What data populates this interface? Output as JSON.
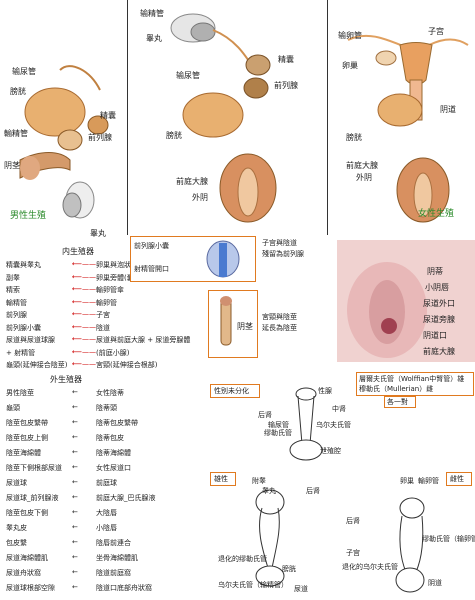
{
  "male_panel": {
    "labels": {
      "vas_deferens": "输尿管",
      "bladder": "膀胱",
      "seminal_vesicle": "精囊",
      "ejaculatory": "輸精管",
      "prostate": "前列腺",
      "penis": "阴茎",
      "testis": "睾丸"
    },
    "caption": "男性生殖"
  },
  "center_panel": {
    "labels": {
      "vas": "输精管",
      "testis": "睾丸",
      "seminal": "精囊",
      "ureter": "输尿管",
      "prostate": "前列腺",
      "bladder": "膀胱",
      "bartholin": "前庭大腺",
      "vulva": "外阴"
    }
  },
  "female_panel": {
    "labels": {
      "oviduct": "输卵管",
      "uterus": "子宫",
      "ovary": "卵巢",
      "vagina": "阴道",
      "bladder": "膀胱",
      "bartholin": "前庭大腺",
      "vulva": "外阴"
    },
    "caption": "女性生殖"
  },
  "internal_table": {
    "title": "内生殖器",
    "rows": [
      {
        "left": "精囊與睾丸",
        "right": "卵巢與泡狀卵泡"
      },
      {
        "left": "副睾",
        "right": "卵巢旁體(囊狀副件)"
      },
      {
        "left": "精索",
        "right": "輸卵管傘"
      },
      {
        "left": "輸精管",
        "right": "輸卵管"
      },
      {
        "left": "前列腺",
        "right": "子宮"
      },
      {
        "left": "前列腺小囊",
        "right": "陰道"
      },
      {
        "left": "尿道與尿道球腺",
        "right": "尿道與前庭大腺 + 尿道旁腺體"
      },
      {
        "left": "+ 射精管",
        "right": "(前庭小腺)"
      },
      {
        "left": "龜頭(延伸接合陰莖)",
        "right": "宮頸(延伸接合根部)"
      }
    ]
  },
  "prostate_box": {
    "labels": {
      "utricle": "前列腺小囊",
      "ejac_duct": "射精管開口"
    },
    "side_text": [
      "子宫與陰道",
      "殘留為前列腺"
    ]
  },
  "penis_box": {
    "label": "阴茎",
    "side_text": [
      "宮頸與陰莖",
      "延長為陰莖"
    ]
  },
  "photo_labels": {
    "frenulum": "阴蒂",
    "labia_minora": "小阴唇",
    "urethral_orifice": "尿道外口",
    "paraurethral": "尿道旁腺",
    "vaginal_orifice": "阴道口",
    "bartholin": "前庭大腺"
  },
  "external_table": {
    "title": "外生殖器",
    "rows": [
      {
        "left": "男性陰莖",
        "right": "女性陰蒂"
      },
      {
        "left": "龜頭",
        "right": "陰蒂頭"
      },
      {
        "left": "陰莖包皮繫帶",
        "right": "陰蒂包皮繫帶"
      },
      {
        "left": "陰莖包皮上側",
        "right": "陰蒂包皮"
      },
      {
        "left": "陰莖海綿體",
        "right": "陰蒂海綿體"
      },
      {
        "left": "陰莖下側根部尿道",
        "right": "女性尿道口"
      },
      {
        "left": "尿道球",
        "right": "前庭球"
      },
      {
        "left": "尿道球_前列腺液",
        "right": "前庭大腺_巴氏腺液"
      },
      {
        "left": "陰莖包皮下側",
        "right": "大陰唇"
      },
      {
        "left": "睾丸皮",
        "right": "小陰唇"
      },
      {
        "left": "包皮繫",
        "right": "陰唇前連合"
      },
      {
        "left": "尿道海綿體肌",
        "right": "坐骨海綿體肌"
      },
      {
        "left": "尿道舟狀窩",
        "right": "陰道前庭窩"
      },
      {
        "left": "尿道球根部空隙",
        "right": "陰道口底部舟狀窩"
      }
    ]
  },
  "embryo": {
    "top_box_label": "性别未分化",
    "note_lines": [
      "層爾夫氏管（Wolffian中腎管）雄",
      "穆勒氏（Mullerian）雌"
    ],
    "note_tail": "各一對",
    "top_labels": {
      "gonad": "性腺",
      "hind": "后肾",
      "meso": "中肾",
      "wolff": "缪勒氏管",
      "ureter": "输尿管",
      "muller": "乌尔夫氏管",
      "sinus": "泄殖腔"
    },
    "male_box": "雄性",
    "female_box": "雌性",
    "male_labels": {
      "appendix": "附睾",
      "testis": "睾丸",
      "hind": "后肾",
      "degen_muller": "退化的缪勒氏管",
      "wolff_vas": "乌尔夫氏管（输精管）",
      "bladder": "膀胱",
      "urethra": "尿道"
    },
    "female_labels": {
      "ovary": "卵巢",
      "epoophoron": "輸卵管",
      "muller_oviduct": "缪勒氏管（输卵管）",
      "uterus": "子宫",
      "degen_wolff": "退化的乌尔夫氏管",
      "vagina": "阴道",
      "kidney": "后肾"
    }
  }
}
